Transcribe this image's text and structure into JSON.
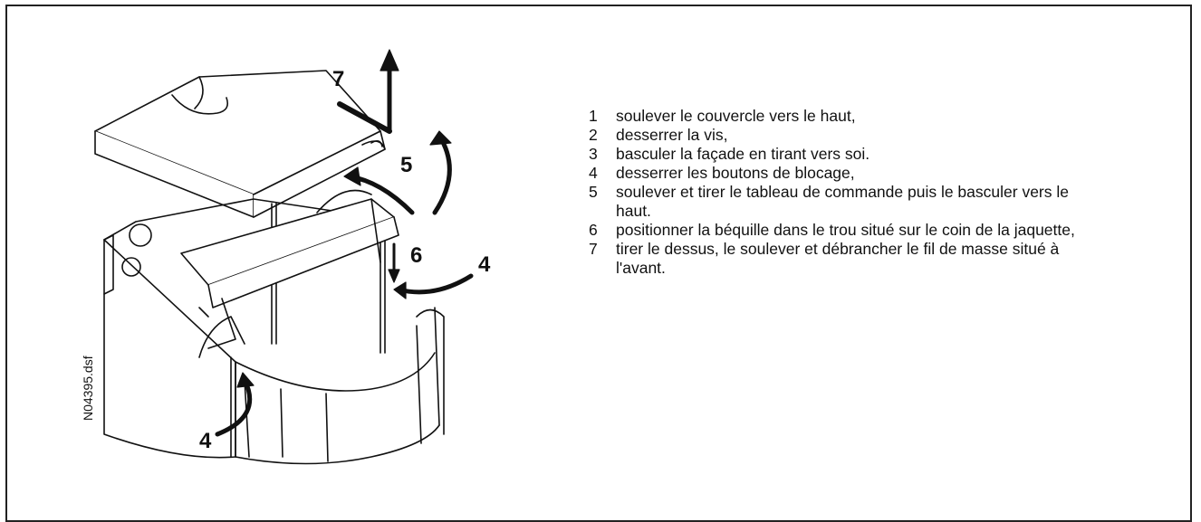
{
  "diagram": {
    "filename": "N04395.dsf",
    "callouts": [
      "7",
      "5",
      "6",
      "4",
      "4"
    ]
  },
  "steps": [
    {
      "num": "1",
      "text": "soulever le couvercle vers le haut,"
    },
    {
      "num": "2",
      "text": "desserrer la vis,"
    },
    {
      "num": "3",
      "text": "basculer la façade en tirant vers soi."
    },
    {
      "num": "4",
      "text": "desserrer les boutons de blocage,"
    },
    {
      "num": "5",
      "text": "soulever et tirer le tableau de commande puis le basculer vers le haut."
    },
    {
      "num": "6",
      "text": "positionner la béquille dans le trou situé sur le coin de la jaquette,"
    },
    {
      "num": "7",
      "text": "tirer le dessus, le soulever et débrancher le fil de masse situé à l'avant."
    }
  ]
}
